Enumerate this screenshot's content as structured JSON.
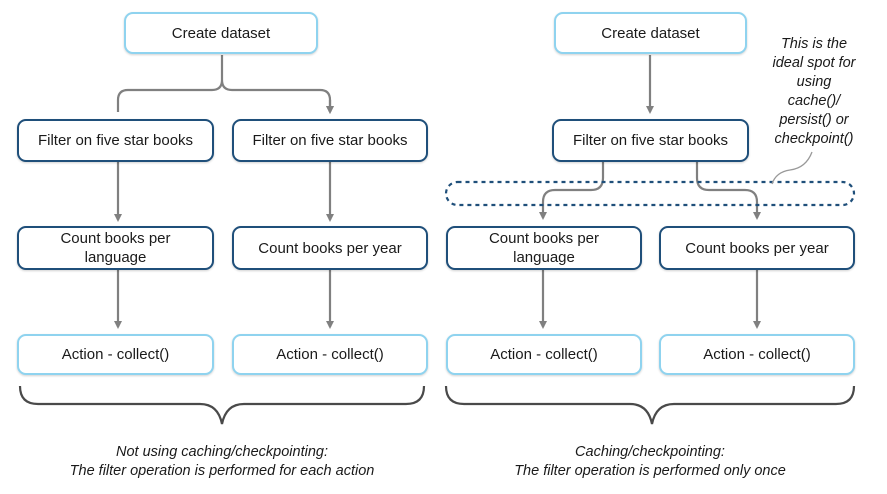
{
  "colors": {
    "light_border": "#8fd3ef",
    "dark_border": "#1f4f7a",
    "arrow": "#808080",
    "cache_outline": "#1f4f7a",
    "brace": "#4a4a4a"
  },
  "left": {
    "create": "Create dataset",
    "filter_a": "Filter on five star books",
    "filter_b": "Filter on five star books",
    "count_lang": "Count books per\nlanguage",
    "count_year": "Count books per year",
    "action_a": "Action - collect()",
    "action_b": "Action - collect()",
    "caption": "Not using caching/checkpointing:\nThe filter operation is performed for each action"
  },
  "right": {
    "create": "Create dataset",
    "filter": "Filter on five star books",
    "count_lang": "Count books per\nlanguage",
    "count_year": "Count books per year",
    "action_a": "Action - collect()",
    "action_b": "Action - collect()",
    "note": "This is the\nideal spot for\nusing\ncache()/\npersist() or\ncheckpoint()",
    "caption": "Caching/checkpointing:\nThe filter operation is performed only once"
  }
}
